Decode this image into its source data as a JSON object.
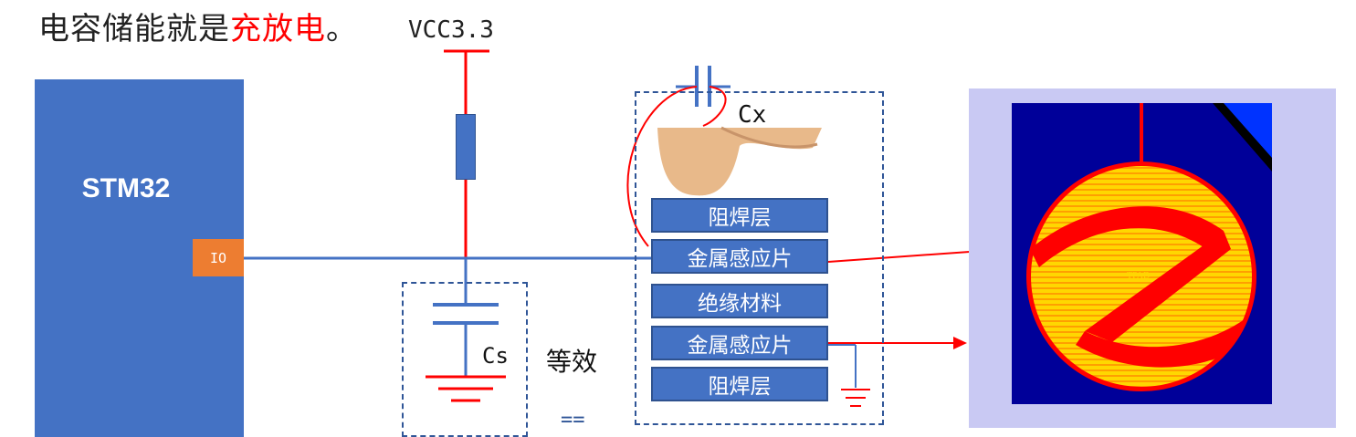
{
  "title": {
    "prefix": "电容储能就是",
    "highlight": "充放电",
    "suffix": "。"
  },
  "vcc_label": "VCC3.3",
  "mcu": {
    "label": "STM32",
    "io_label": "IO"
  },
  "cs_label": "Cs",
  "equivalent_label": "等效",
  "equal_sign": "==",
  "cx_label": "Cx",
  "layers": [
    "阻焊层",
    "金属感应片",
    "绝缘材料",
    "金属感应片",
    "阻焊层"
  ],
  "pad_label": "TPAD",
  "colors": {
    "wire_blue": "#4472c4",
    "wire_red": "#ff0000",
    "io_orange": "#ed7d31",
    "pcb_bg": "#c9c9f3",
    "pcb_inner": "#000099",
    "pad_yellow": "#ffd700"
  }
}
